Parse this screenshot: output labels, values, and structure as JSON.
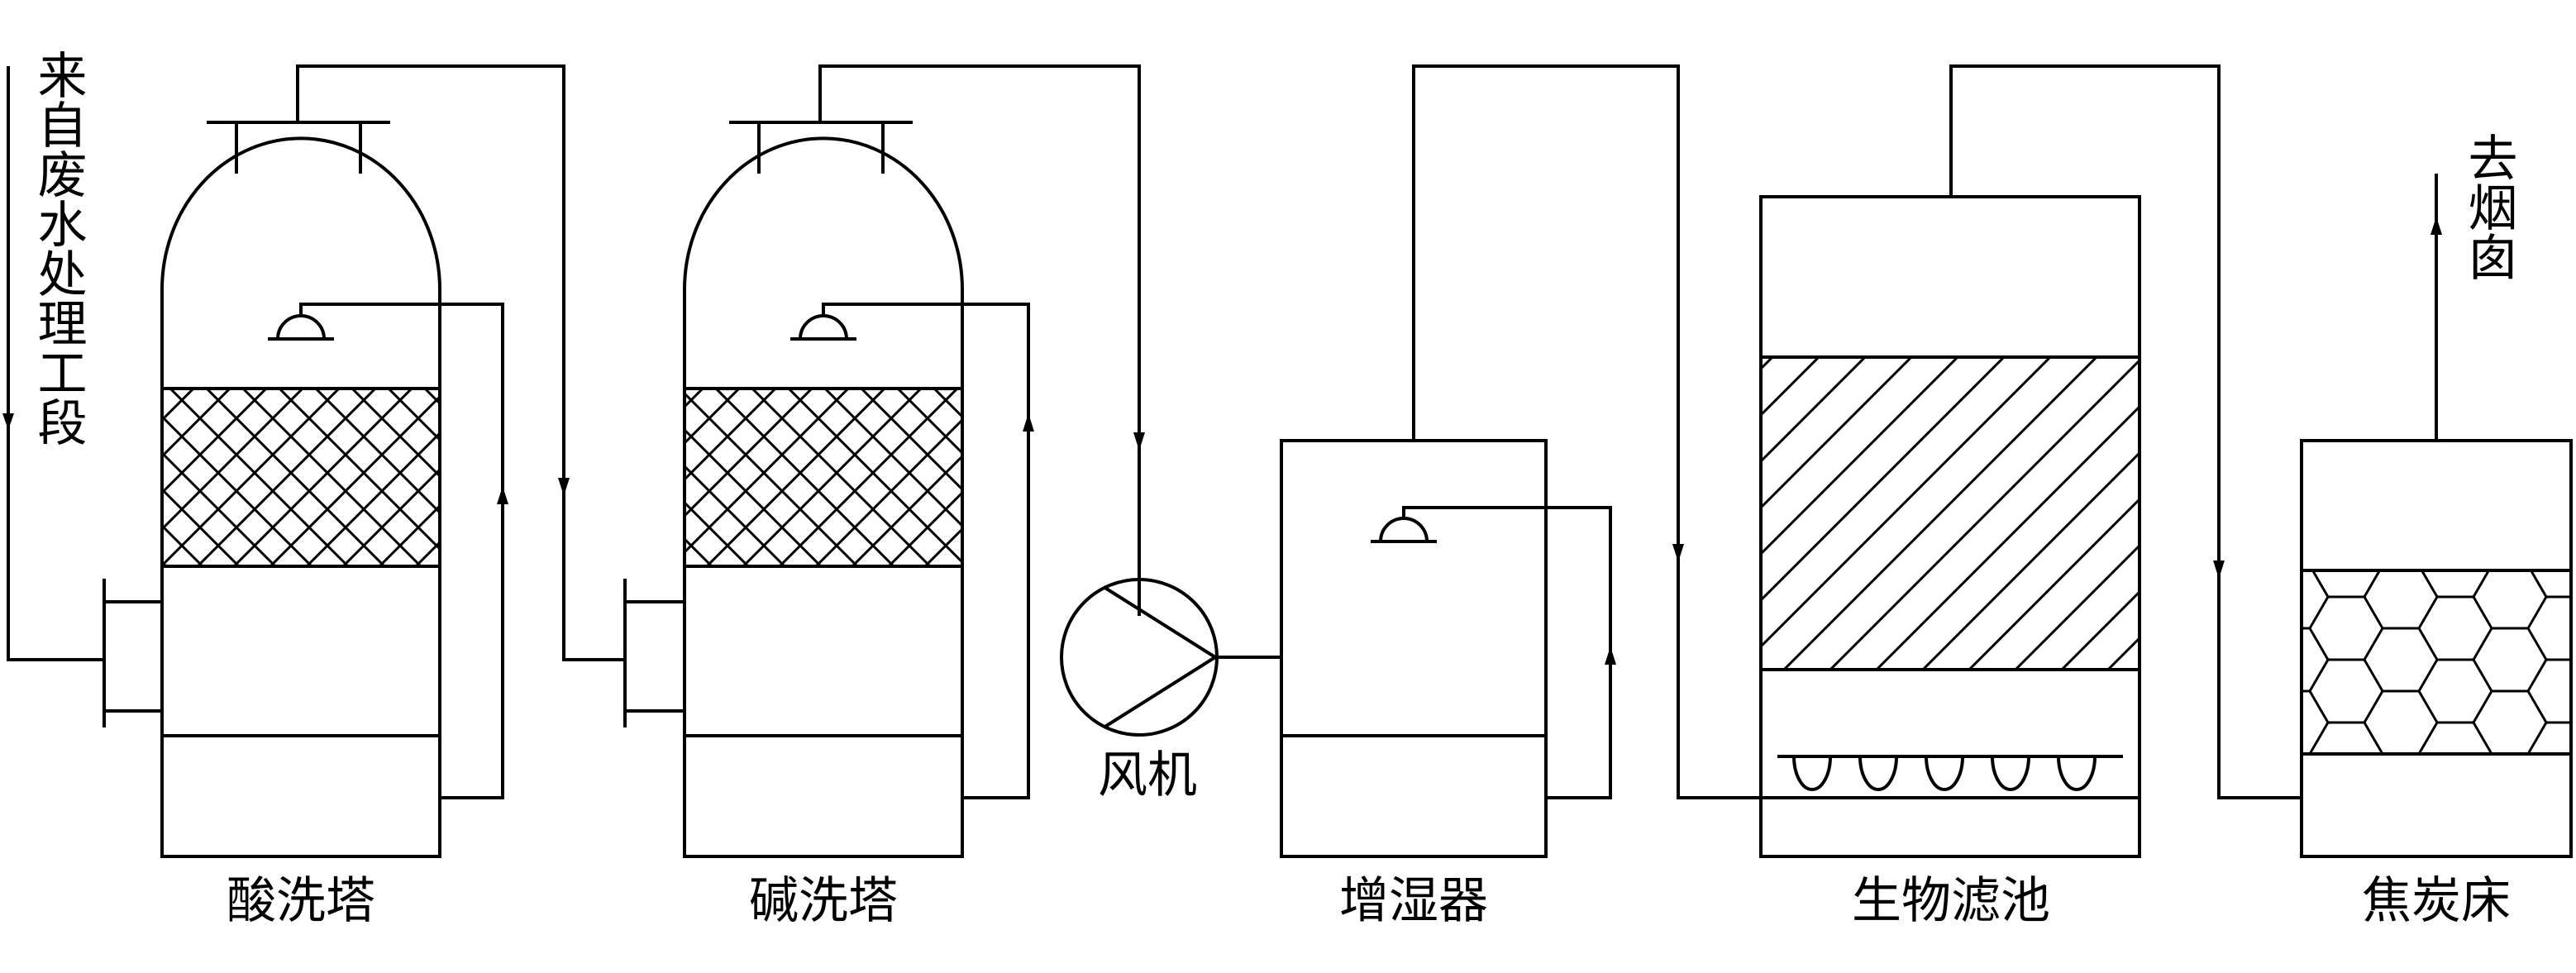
{
  "labels": {
    "source": "来自废水处理工段",
    "acid_tower": "酸洗塔",
    "alkali_tower": "碱洗塔",
    "fan": "风机",
    "humidifier": "增湿器",
    "biofilter": "生物滤池",
    "coke_bed": "焦炭床",
    "chimney": "去烟囱"
  },
  "colors": {
    "line": "#000000",
    "background": "#ffffff"
  }
}
